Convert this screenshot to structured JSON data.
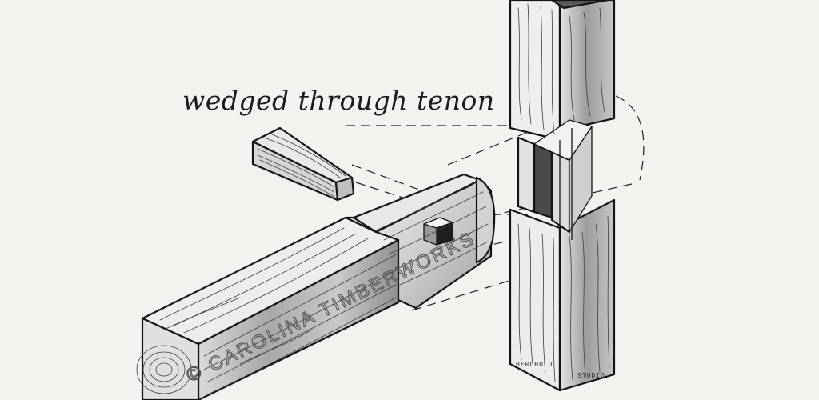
{
  "diagram": {
    "title": "wedged through tenon",
    "watermark": "© CAROLINA TIMBERWORKS",
    "signature_left": "BERCHOLD",
    "signature_right": "STUDIO"
  },
  "colors": {
    "background": "#f3f2ef",
    "ink": "#141414",
    "wood_light": "#ececea",
    "wood_mid": "#bdbdbd",
    "wood_dark": "#5a5a5a"
  }
}
